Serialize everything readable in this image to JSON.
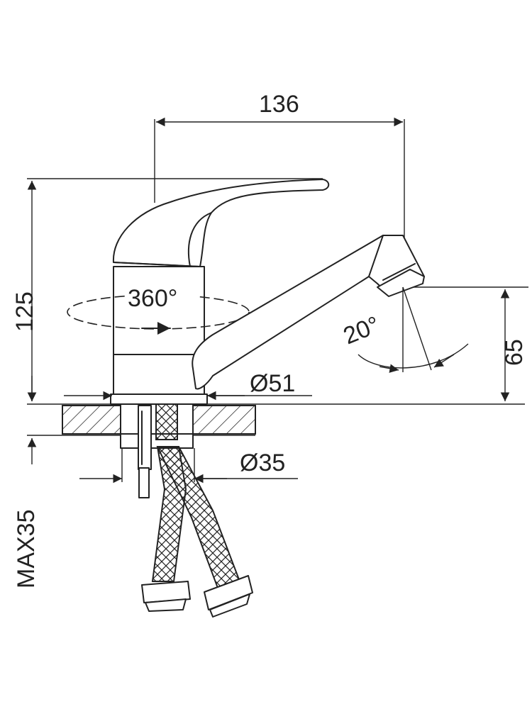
{
  "dimensions": {
    "width_top": "136",
    "height_total": "125",
    "spout_height": "65",
    "rotation": "360°",
    "spout_angle": "20°",
    "body_diameter": "Ø51",
    "shank_diameter": "Ø35",
    "max_thickness": "MAX35"
  }
}
